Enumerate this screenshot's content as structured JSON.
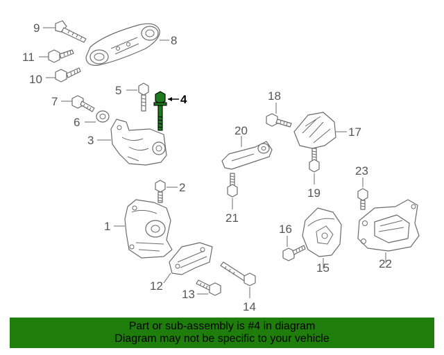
{
  "diagram": {
    "highlighted_part": "4",
    "callouts": {
      "c1": "1",
      "c2": "2",
      "c3": "3",
      "c4": "4",
      "c5": "5",
      "c6": "6",
      "c7": "7",
      "c8": "8",
      "c9": "9",
      "c10": "10",
      "c11": "11",
      "c12": "12",
      "c13": "13",
      "c14": "14",
      "c15": "15",
      "c16": "16",
      "c17": "17",
      "c18": "18",
      "c19": "19",
      "c20": "20",
      "c21": "21",
      "c22": "22",
      "c23": "23"
    },
    "highlight_color": "#1e7a1e"
  },
  "banner": {
    "line1": "Part or sub-assembly is #4 in diagram",
    "line2": "Diagram may not be specific to your vehicle",
    "background": "#1e7d0b"
  }
}
